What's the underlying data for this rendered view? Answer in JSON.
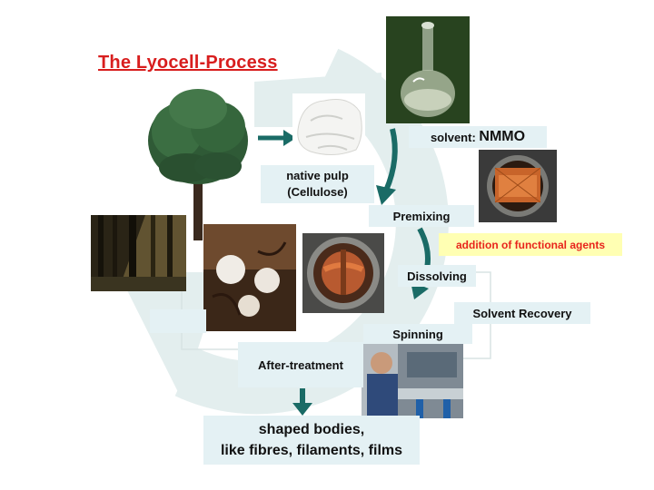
{
  "title": "The Lyocell-Process",
  "labels": {
    "solvent_prefix": "solvent: ",
    "solvent_name": "NMMO",
    "pulp_line1": "native pulp",
    "pulp_line2": "(Cellulose)",
    "premixing": "Premixing",
    "functional_agents": "addition of functional agents",
    "dissolving": "Dissolving",
    "solvent_recovery": "Solvent Recovery",
    "spinning": "Spinning",
    "after_treatment": "After-treatment",
    "result_line1": "shaped bodies,",
    "result_line2": "like fibres, filaments, films"
  },
  "images": [
    "tree",
    "cellulose-pulp",
    "flask",
    "premixing-vessel",
    "forest",
    "cotton",
    "dissolving-vessel",
    "spinning-machine"
  ],
  "colors": {
    "title": "#d81e1e",
    "label_box": "#e4f1f4",
    "highlight_box": "#ffffb3",
    "highlight_text": "#e8241c",
    "arrow": "#1a6b66",
    "cycle_arrow": "#e3eeee"
  }
}
